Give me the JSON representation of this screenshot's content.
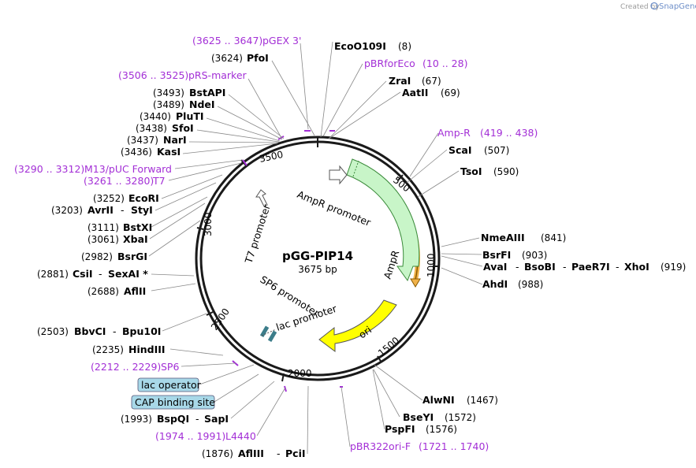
{
  "credit": {
    "created_by": "Created by",
    "brand": "SnapGene"
  },
  "plasmid": {
    "name": "pGG-PIP14",
    "size_label": "3675 bp"
  },
  "ticks": [
    "500",
    "1000",
    "1500",
    "2000",
    "2500",
    "3000",
    "3500"
  ],
  "features": {
    "ampr_promoter": "AmpR promoter",
    "ampr": "AmpR",
    "ori": "ori",
    "t7_promoter": "T7 promoter",
    "sp6_promoter": "SP6 promoter",
    "lac_promoter": "lac promoter"
  },
  "boxed_features": {
    "lac_operator": "lac operator",
    "cap_site": "CAP binding site"
  },
  "sites": {
    "pgex3": {
      "range": "(3625 .. 3647)",
      "name": "pGEX 3'"
    },
    "pfoi": {
      "pos": "(3624)",
      "name": "PfoI"
    },
    "prs": {
      "range": "(3506 .. 3525)",
      "name": "pRS-marker"
    },
    "bstapi": {
      "pos": "(3493)",
      "name": "BstAPI"
    },
    "ndei": {
      "pos": "(3489)",
      "name": "NdeI"
    },
    "pluti": {
      "pos": "(3440)",
      "name": "PluTI"
    },
    "sfoi": {
      "pos": "(3438)",
      "name": "SfoI"
    },
    "nari": {
      "pos": "(3437)",
      "name": "NarI"
    },
    "kasi": {
      "pos": "(3436)",
      "name": "KasI"
    },
    "m13": {
      "range": "(3290 .. 3312)",
      "name": "M13/pUC Forward"
    },
    "t7": {
      "range": "(3261 .. 3280)",
      "name": "T7"
    },
    "ecori": {
      "pos": "(3252)",
      "name": "EcoRI"
    },
    "avrii": {
      "pos": "(3203)",
      "name": "AvrII",
      "sep": "-",
      "name2": "StyI"
    },
    "bstxi": {
      "pos": "(3111)",
      "name": "BstXI"
    },
    "xbai": {
      "pos": "(3061)",
      "name": "XbaI"
    },
    "bsrgi": {
      "pos": "(2982)",
      "name": "BsrGI"
    },
    "csii": {
      "pos": "(2881)",
      "name": "CsiI",
      "sep": "-",
      "name2": "SexAI *"
    },
    "aflii": {
      "pos": "(2688)",
      "name": "AflII"
    },
    "bbvci": {
      "pos": "(2503)",
      "name": "BbvCI",
      "sep": "-",
      "name2": "Bpu10I"
    },
    "hindiii": {
      "pos": "(2235)",
      "name": "HindIII"
    },
    "sp6": {
      "range": "(2212 .. 2229)",
      "name": "SP6"
    },
    "bspqi": {
      "pos": "(1993)",
      "name": "BspQI",
      "sep": "-",
      "name2": "SapI"
    },
    "l4440": {
      "range": "(1974 .. 1991)",
      "name": "L4440"
    },
    "afliii": {
      "pos": "(1876)",
      "name": "AflIII",
      "sep": "-",
      "name2": "PciI"
    },
    "eco0109": {
      "name": "EcoO109I",
      "pos": "(8)"
    },
    "pbrfor": {
      "name": "pBRforEco",
      "range": "(10 .. 28)"
    },
    "zrai": {
      "name": "ZraI",
      "pos": "(67)"
    },
    "aatii": {
      "name": "AatII",
      "pos": "(69)"
    },
    "ampR": {
      "name": "Amp-R",
      "range": "(419 .. 438)"
    },
    "scai": {
      "name": "ScaI",
      "pos": "(507)"
    },
    "tsoi": {
      "name": "TsoI",
      "pos": "(590)"
    },
    "nmeaiii": {
      "name": "NmeAIII",
      "pos": "(841)"
    },
    "bsrfi": {
      "name": "BsrFI",
      "pos": "(903)"
    },
    "avai": {
      "name": "AvaI",
      "sep1": "-",
      "name2": "BsoBI",
      "sep2": "-",
      "name3": "PaeR7I",
      "sep3": "-",
      "name4": "XhoI",
      "pos": "(919)"
    },
    "ahdi": {
      "name": "AhdI",
      "pos": "(988)"
    },
    "alwni": {
      "name": "AlwNI",
      "pos": "(1467)"
    },
    "bseyi": {
      "name": "BseYI",
      "pos": "(1572)"
    },
    "pspfi": {
      "name": "PspFI",
      "pos": "(1576)"
    },
    "pbr322": {
      "name": "pBR322ori-F",
      "range": "(1721 .. 1740)"
    }
  },
  "colors": {
    "backbone": "#1a1a1a",
    "primer": "#a32fd6",
    "ampr_fill": "#c8f5c8",
    "ampr_stroke": "#3a8a3a",
    "ori_fill": "#ffff00",
    "highlight": "#f0b24a",
    "box_fill": "#a8d8e8"
  }
}
